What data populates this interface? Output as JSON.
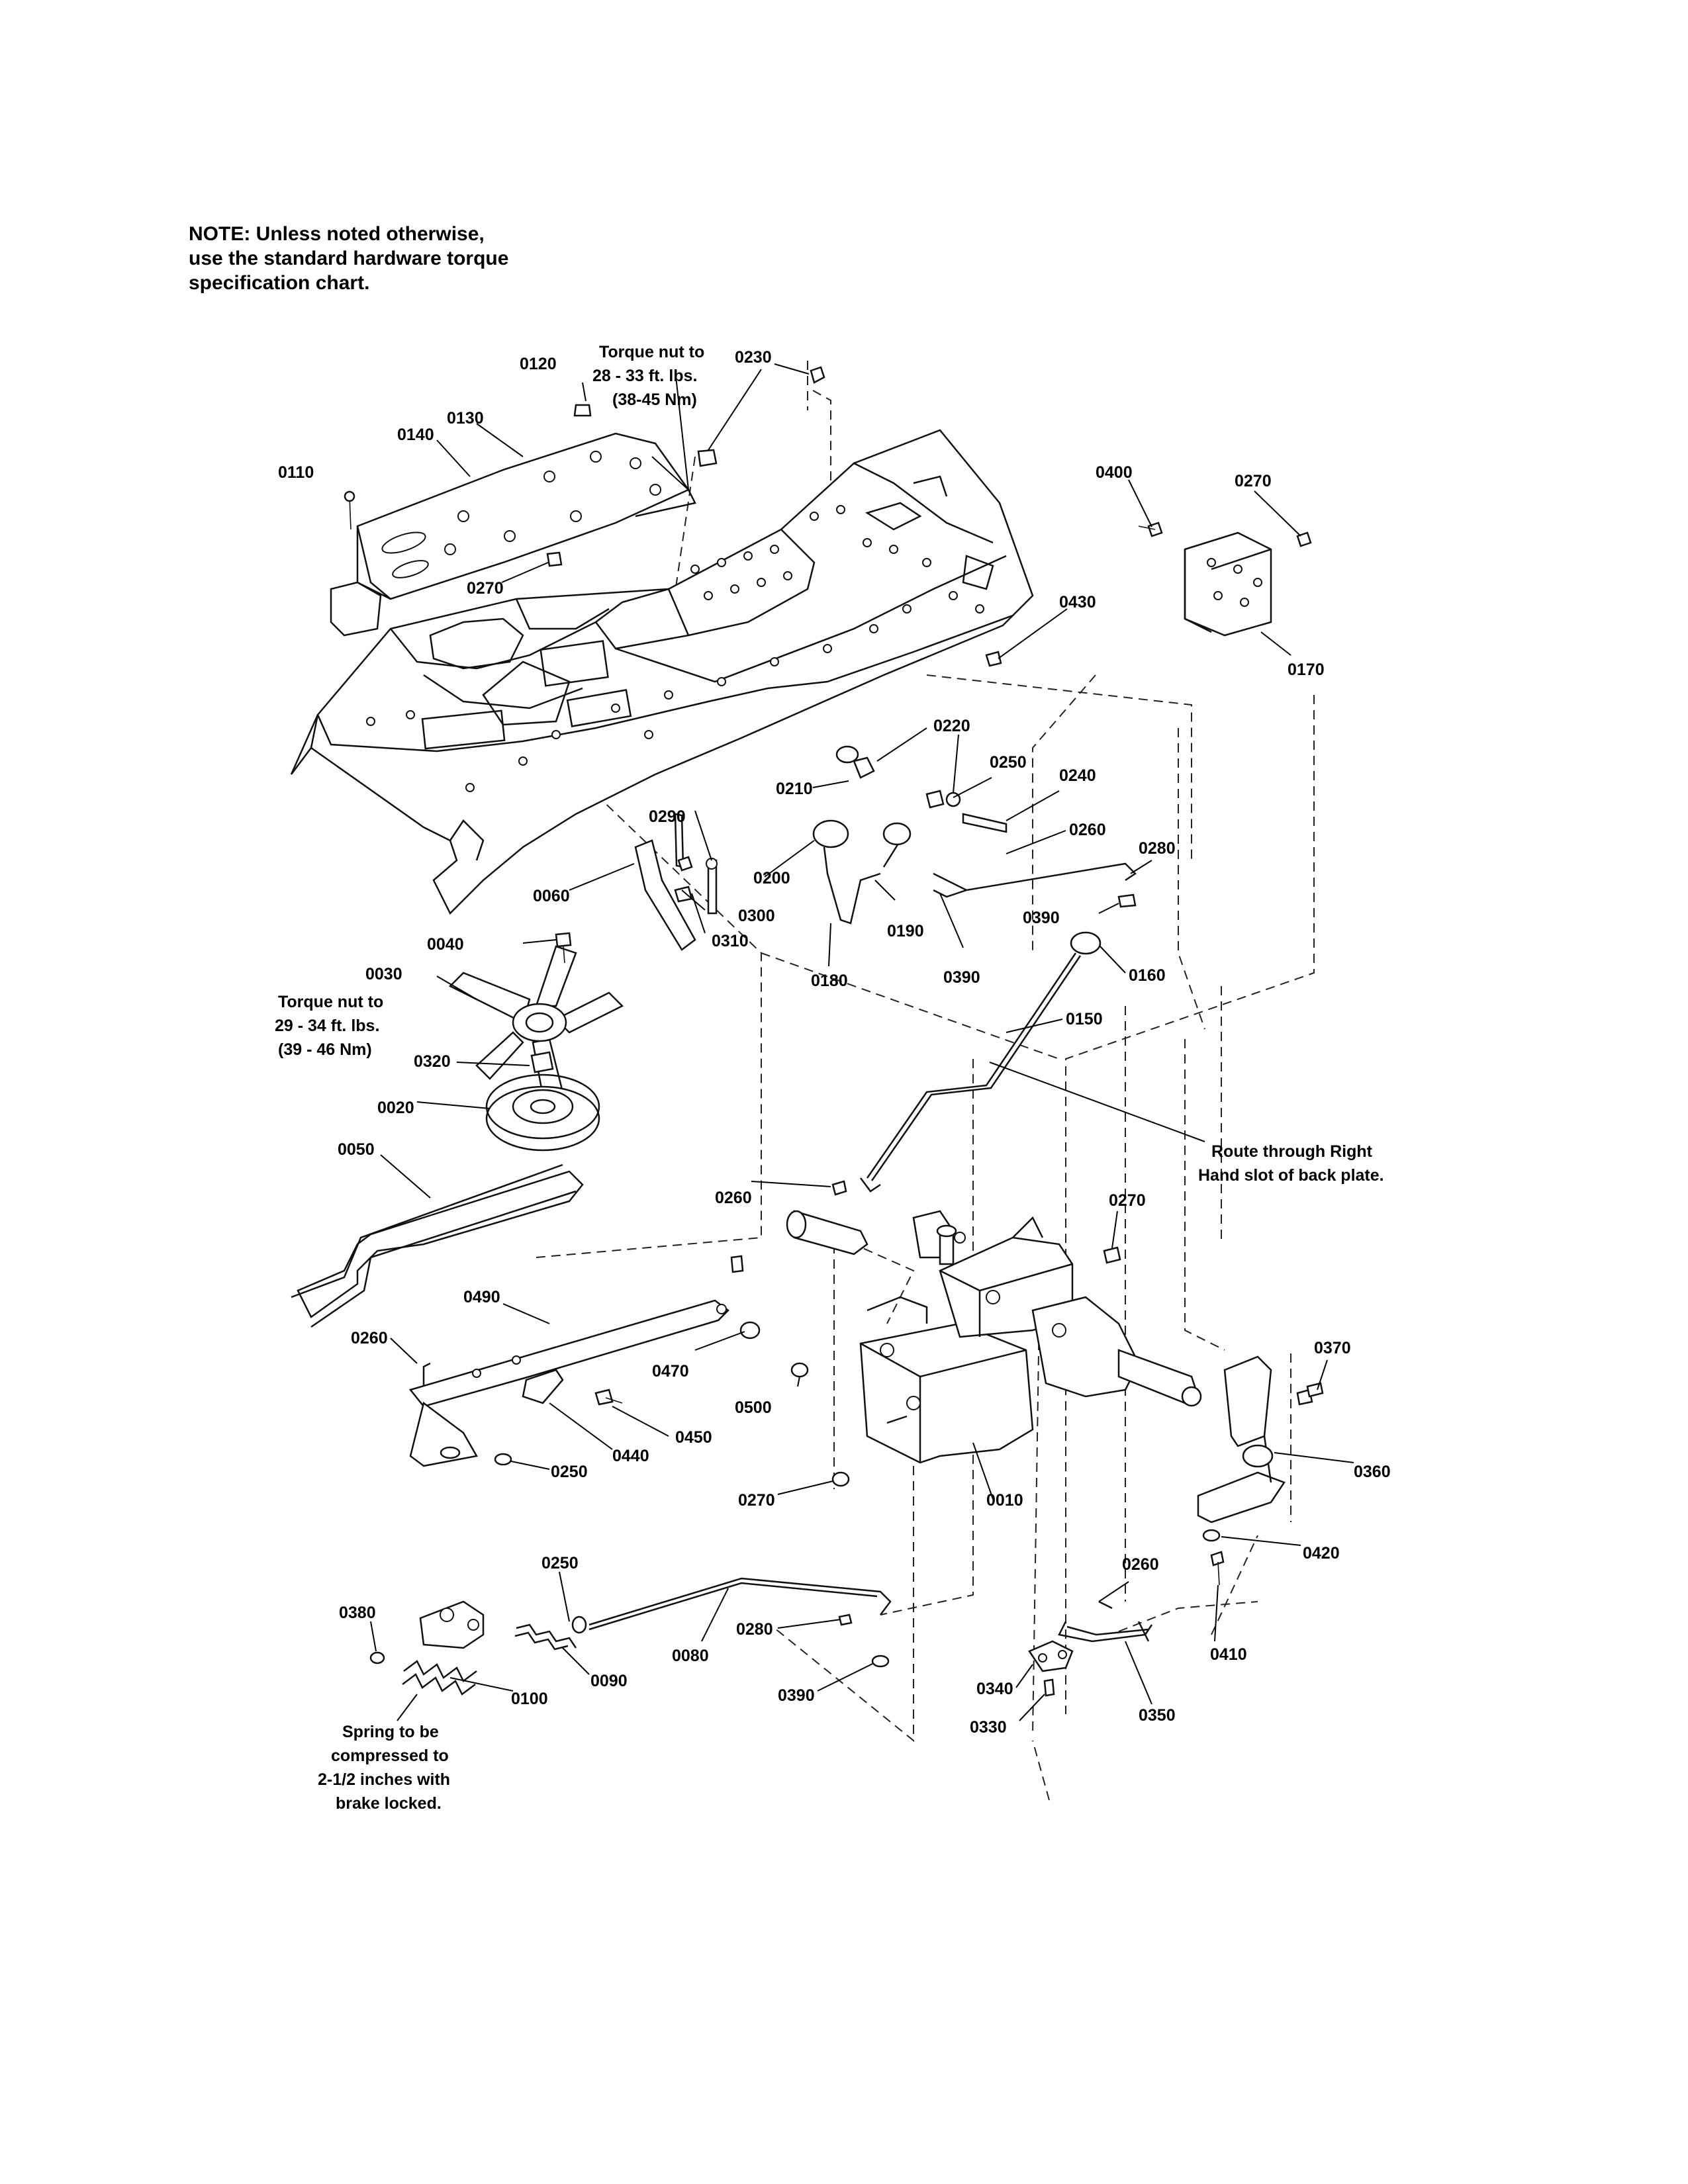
{
  "note": {
    "line1": "NOTE: Unless noted otherwise,",
    "line2": "use the standard hardware torque",
    "line3": "specification chart."
  },
  "annotations": {
    "torque_top": [
      "Torque nut to",
      "28 - 33 ft. lbs.",
      "(38-45 Nm)"
    ],
    "torque_fan": [
      "Torque nut to",
      "29 - 34 ft. lbs.",
      "(39 - 46 Nm)"
    ],
    "route": [
      "Route through Right",
      "Hand slot of back plate."
    ],
    "spring": [
      "Spring to be",
      "compressed to",
      "2-1/2 inches with",
      "brake locked."
    ]
  },
  "callouts": [
    "0120",
    "0230",
    "0130",
    "0140",
    "0110",
    "0270",
    "0400",
    "0270",
    "0430",
    "0170",
    "0220",
    "0250",
    "0240",
    "0210",
    "0260",
    "0280",
    "0290",
    "0200",
    "0390",
    "0060",
    "0300",
    "0310",
    "0190",
    "0180",
    "0390",
    "0160",
    "0040",
    "0030",
    "0150",
    "0320",
    "0020",
    "0050",
    "0260",
    "0270",
    "0490",
    "0260",
    "0470",
    "0500",
    "0450",
    "0440",
    "0250",
    "0270",
    "0010",
    "0370",
    "0360",
    "0420",
    "0250",
    "0380",
    "0280",
    "0090",
    "0080",
    "0100",
    "0390",
    "0260",
    "0340",
    "0330",
    "0350",
    "0410"
  ]
}
